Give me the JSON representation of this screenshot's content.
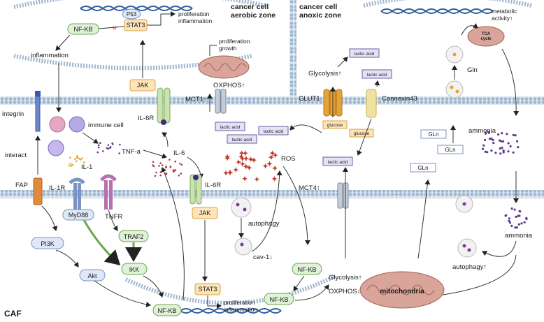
{
  "zones": {
    "aerobic": "cancer cell aerobic zone",
    "anoxic": "cancer cell anoxic zone",
    "caf": "CAF"
  },
  "labels": {
    "nfkb": "NF-KB",
    "p53": "P53",
    "stat3": "STAT3",
    "prolif_inflam": "proliferation inflammation",
    "inflammation": "inflammation",
    "jak": "JAK",
    "il6r": "IL-6R",
    "prolif_growth": "proliferation growth",
    "oxphos_up": "OXPHOS↑",
    "mct1": "MCT1↑",
    "lactic_acid": "lactic acid",
    "glycolysis_up": "Glycolysis↑",
    "glut1": "GLUT1",
    "glucose": "glucose",
    "connexin43": "Connexin43",
    "metabolic": "metabolic activity↑",
    "tca": "TCA cycle",
    "gln": "Gln",
    "gln_box": "GLn",
    "ammonia": "ammonia",
    "integrin": "integrin",
    "immune_cell": "immune cell",
    "interact": "interact",
    "tnfa": "TNF-a",
    "il1": "IL-1",
    "il6": "IL-6",
    "ros": "ROS",
    "fap": "FAP",
    "il1r": "IL-1R",
    "tnfr": "TNFR",
    "myd88": "MyD88",
    "traf2": "TRAF2",
    "ikk": "IKK",
    "pi3k": "PI3K",
    "akt": "Akt",
    "autophagy": "autophagy",
    "cav1": "cav-1↓",
    "mct4": "MCT4↑",
    "oxphos_down": "OXPHOS↓",
    "mitochondria": "mitochondria",
    "autophagy_up": "autophagy↑"
  },
  "colors": {
    "membrane": "#b8cce0",
    "green_box": "#dff1d6",
    "green_border": "#6aa84f",
    "orange_box": "#fde3b8",
    "orange_border": "#d9a441",
    "blue_box": "#dfe8f6",
    "blue_border": "#7a93c2",
    "lavender_box": "#e7e1f6",
    "lavender_border": "#6b5ca5",
    "mito": "#d9a49a",
    "dna": "#2e5e9c"
  }
}
